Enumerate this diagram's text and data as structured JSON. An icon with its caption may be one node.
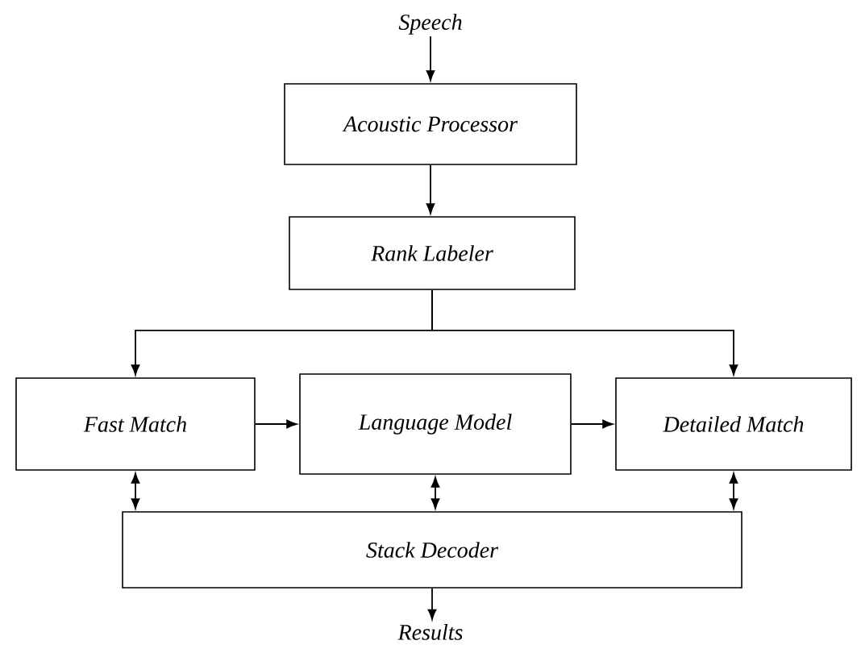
{
  "diagram": {
    "nodes": [
      {
        "text": [
          "Speech"
        ]
      },
      {
        "text": [
          "Acoustic Processor"
        ]
      },
      {
        "text": [
          "Rank Labeler"
        ]
      },
      {
        "text": [
          "Fast Match"
        ]
      },
      {
        "text": [
          "Language Model"
        ]
      },
      {
        "text": [
          "Detailed Match"
        ]
      },
      {
        "text": [
          "Stack Decoder"
        ]
      },
      {
        "text": [
          "Results"
        ]
      }
    ],
    "edges": [
      {
        "from": 0,
        "to": 1,
        "arrow": "to"
      },
      {
        "from": 1,
        "to": 2,
        "arrow": "to"
      },
      {
        "from": 2,
        "to": 3,
        "arrow": "to"
      },
      {
        "from": 2,
        "to": 5,
        "arrow": "to"
      },
      {
        "from": 3,
        "to": 4,
        "arrow": "to"
      },
      {
        "from": 4,
        "to": 5,
        "arrow": "to"
      },
      {
        "from": 3,
        "to": 6,
        "arrow": "both"
      },
      {
        "from": 4,
        "to": 6,
        "arrow": "both"
      },
      {
        "from": 5,
        "to": 6,
        "arrow": "both"
      },
      {
        "from": 6,
        "to": 7,
        "arrow": "to"
      }
    ]
  }
}
